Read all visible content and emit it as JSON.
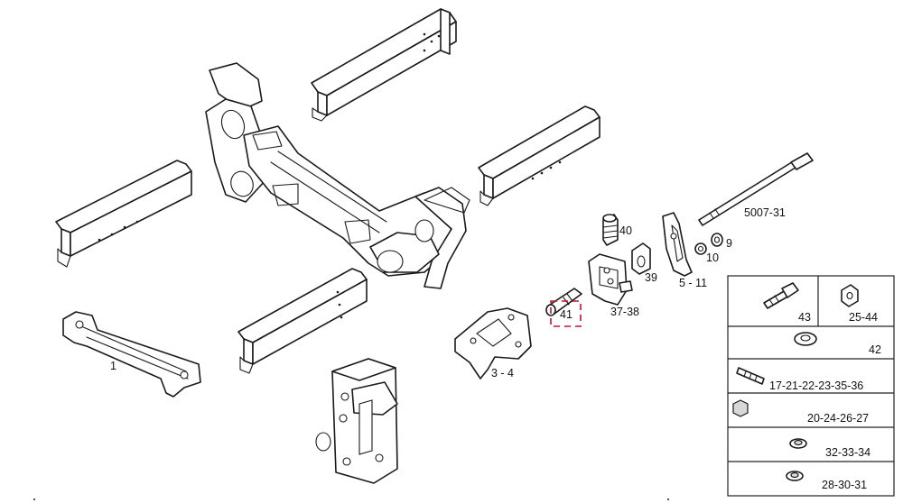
{
  "callouts": {
    "c1": "1",
    "c3_4": "3 - 4",
    "c41": "41",
    "c37_38": "37-38",
    "c39": "39",
    "c40": "40",
    "c5_11": "5 - 11",
    "c9": "9",
    "c10": "10",
    "c5007_31": "5007-31"
  },
  "legend": {
    "r43": "43",
    "r25_44": "25-44",
    "r42": "42",
    "r17": "17-21-22-23-35-36",
    "r20": "20-24-26-27",
    "r32": "32-33-34",
    "r28": "28-30-31"
  },
  "highlight_color": "#c41230"
}
